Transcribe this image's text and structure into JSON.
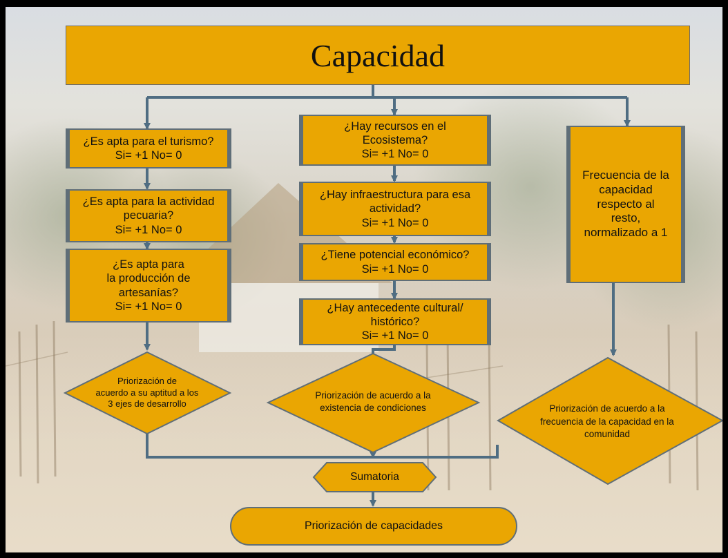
{
  "title": "Capacidad",
  "left_column": {
    "box1": "¿Es apta para el turismo?\nSi= +1    No= 0",
    "box2": "¿Es apta para la actividad pecuaria?\nSi= +1    No= 0",
    "box3": "¿Es apta para\nla producción de\nartesanías?\nSi= +1    No= 0",
    "decision": "Priorización de\nacuerdo a su aptitud a los\n3 ejes de desarrollo"
  },
  "middle_column": {
    "box1": "¿Hay recursos en el\nEcosistema?\nSi= +1    No= 0",
    "box2": "¿Hay infraestructura para esa\nactividad?\nSi= +1    No= 0",
    "box3": "¿Tiene potencial económico?\nSi= +1    No= 0",
    "box4": "¿Hay antecedente cultural/\nhistórico?\nSi= +1    No= 0",
    "decision": "Priorización de acuerdo a la\nexistencia de condiciones"
  },
  "right_column": {
    "box1": "Frecuencia de la\ncapacidad\nrespecto al\nresto,\nnormalizado a 1",
    "decision": "Priorización de acuerdo a la\nfrecuencia de la capacidad en la\ncomunidad"
  },
  "sum_node": "Sumatoria",
  "final_node": "Priorización de capacidades",
  "colors": {
    "node_fill": "#eaa602",
    "node_border": "#5f6e78",
    "connector": "#4f6d82"
  }
}
